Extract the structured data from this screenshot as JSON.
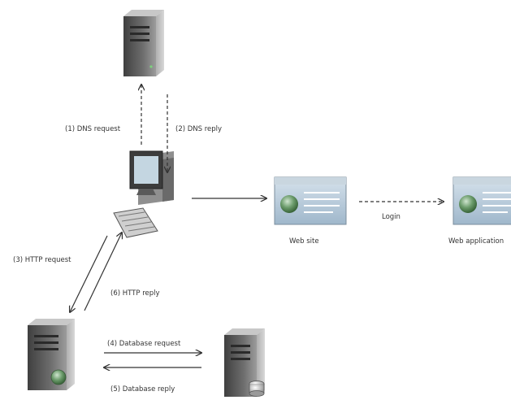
{
  "nodes": {
    "dns_server": {
      "icon": "tower-server-icon"
    },
    "client": {
      "icon": "desktop-computer-icon"
    },
    "web_site": {
      "icon": "browser-window-icon",
      "label": "Web site"
    },
    "web_application": {
      "icon": "browser-window-icon",
      "label": "Web application"
    },
    "web_server": {
      "icon": "server-icon"
    },
    "database_server": {
      "icon": "database-server-icon"
    }
  },
  "edges": {
    "dns_request": "(1) DNS request",
    "dns_reply": "(2) DNS reply",
    "http_request": "(3) HTTP request",
    "db_request": "(4) Database request",
    "db_reply": "(5) Database reply",
    "http_reply": "(6) HTTP reply",
    "login": "Login"
  },
  "colors": {
    "arrow": "#333333",
    "server_dark": "#4d4d4d",
    "server_light": "#9a9a9a",
    "window_blue": "#b9cfe0",
    "globe": "#5a8a5a"
  }
}
